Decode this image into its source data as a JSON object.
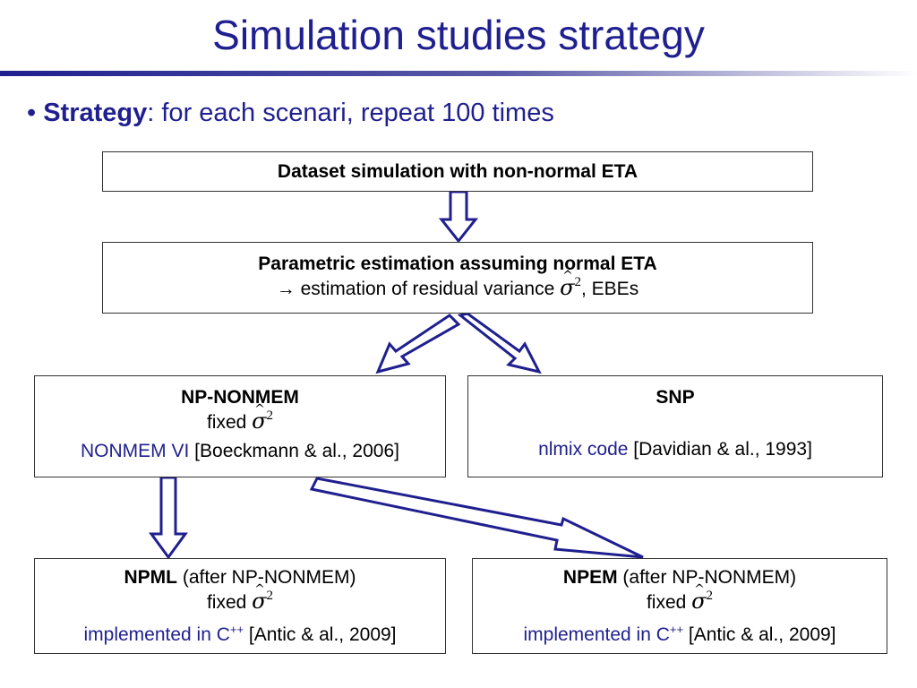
{
  "slide": {
    "title": "Simulation studies strategy",
    "bullet": {
      "marker": "•",
      "label": "Strategy",
      "text": ": for each scenari, repeat 100 times"
    }
  },
  "diagram": {
    "box_dataset": {
      "title": "Dataset simulation with non-normal ETA"
    },
    "box_parametric": {
      "title": "Parametric estimation assuming normal ETA",
      "line2_prefix": "→ estimation of residual variance ",
      "line2_suffix": ", EBEs"
    },
    "box_npnonmem": {
      "title": "NP-NONMEM",
      "fixed_label": "fixed ",
      "software": "NONMEM VI",
      "reference": " [Boeckmann & al., 2006]"
    },
    "box_snp": {
      "title": "SNP",
      "software": "nlmix code",
      "reference": " [Davidian & al., 1993]"
    },
    "box_npml": {
      "title": "NPML",
      "after": " (after NP-NONMEM)",
      "fixed_label": "fixed ",
      "impl_prefix": "implemented in C",
      "impl_sup": "++",
      "reference": " [Antic & al., 2009]"
    },
    "box_npem": {
      "title": "NPEM",
      "after": " (after NP-NONMEM)",
      "fixed_label": "fixed ",
      "impl_prefix": "implemented in C",
      "impl_sup": "++",
      "reference": " [Antic & al., 2009]"
    },
    "sigma_symbol": "σ",
    "sigma_exponent": "2"
  },
  "colors": {
    "title_blue": "#1f1f8f",
    "arrow_navy": "#1f1f8f",
    "rule_gradient_start": "#1f1f8f",
    "rule_gradient_end": "#ffffff"
  }
}
